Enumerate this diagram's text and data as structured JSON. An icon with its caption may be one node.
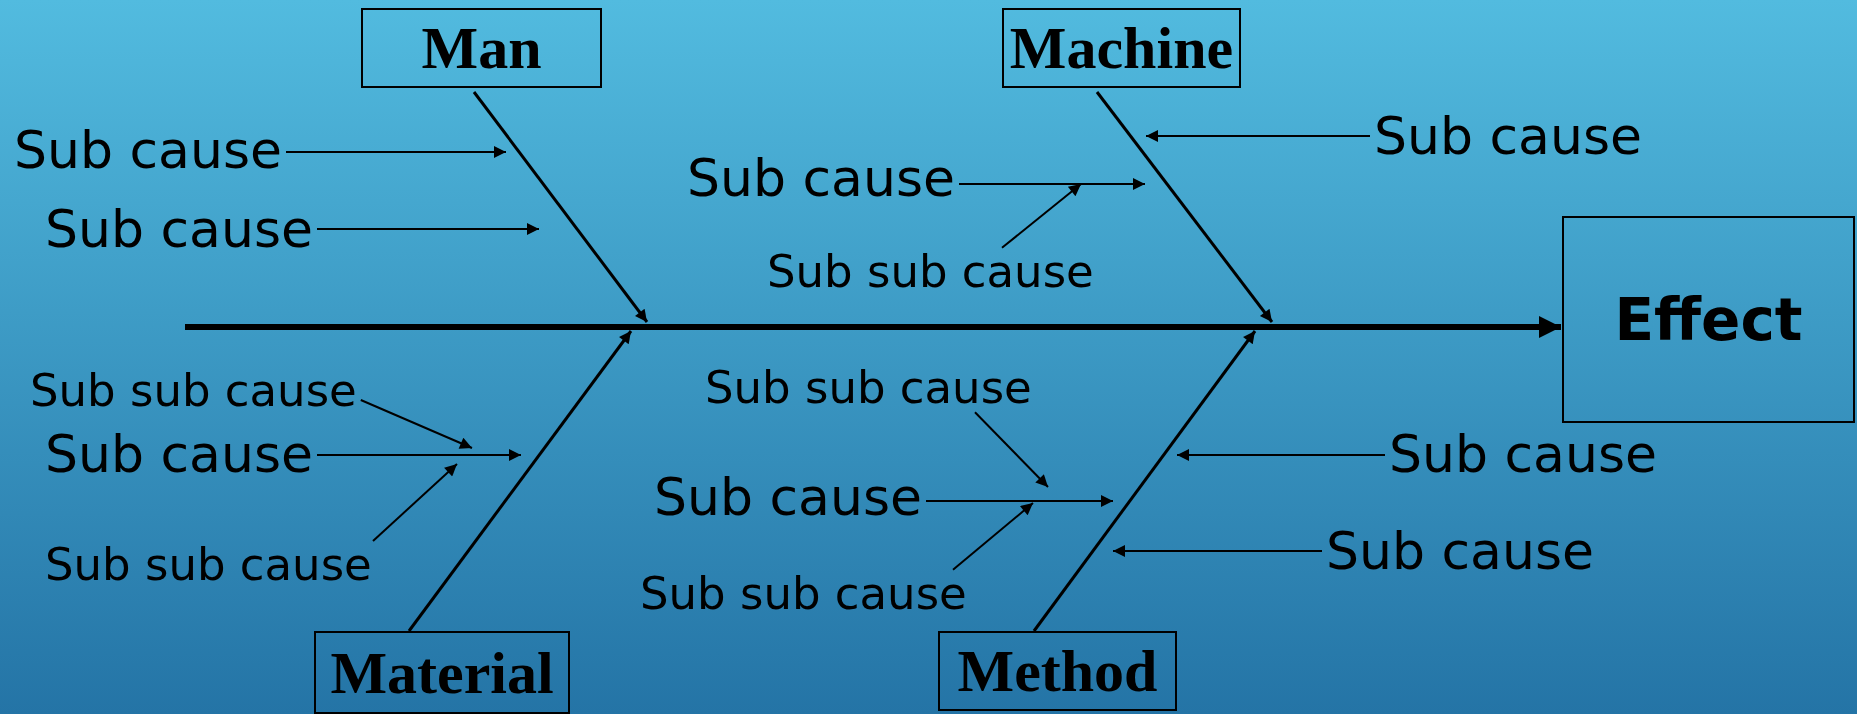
{
  "diagram": {
    "nodes": [
      {
        "text": [
          "Man"
        ]
      },
      {
        "text": [
          "Machine"
        ]
      },
      {
        "text": [
          "Sub cause"
        ]
      },
      {
        "text": [
          "Sub cause"
        ]
      },
      {
        "text": [
          "Sub cause"
        ]
      },
      {
        "text": [
          "Sub cause"
        ]
      },
      {
        "text": [
          "Sub sub cause"
        ]
      },
      {
        "text": [
          "Effect"
        ]
      },
      {
        "text": [
          "Sub sub cause"
        ]
      },
      {
        "text": [
          "Sub sub cause"
        ]
      },
      {
        "text": [
          "Sub cause"
        ]
      },
      {
        "text": [
          "Sub cause"
        ]
      },
      {
        "text": [
          "Sub cause"
        ]
      },
      {
        "text": [
          "Sub cause"
        ]
      },
      {
        "text": [
          "Sub sub cause"
        ]
      },
      {
        "text": [
          "Sub sub cause"
        ]
      },
      {
        "text": [
          "Material"
        ]
      },
      {
        "text": [
          "Method"
        ]
      }
    ],
    "edges": [
      {
        "from": null,
        "to": 7,
        "arrow": "to",
        "style": "thick"
      },
      {
        "from": 0,
        "to": null,
        "arrow": "to"
      },
      {
        "from": 1,
        "to": null,
        "arrow": "to"
      },
      {
        "from": 16,
        "to": null,
        "arrow": "to"
      },
      {
        "from": 17,
        "to": null,
        "arrow": "to"
      },
      {
        "from": 2,
        "to": null,
        "arrow": "to"
      },
      {
        "from": 5,
        "to": null,
        "arrow": "to"
      },
      {
        "from": 3,
        "to": null,
        "arrow": "to"
      },
      {
        "from": 4,
        "to": null,
        "arrow": "to"
      },
      {
        "from": 6,
        "to": null,
        "arrow": "to"
      },
      {
        "from": 10,
        "to": null,
        "arrow": "to"
      },
      {
        "from": 8,
        "to": null,
        "arrow": "to"
      },
      {
        "from": 14,
        "to": null,
        "arrow": "to"
      },
      {
        "from": 11,
        "to": null,
        "arrow": "to"
      },
      {
        "from": 13,
        "to": null,
        "arrow": "to"
      },
      {
        "from": 12,
        "to": null,
        "arrow": "to"
      },
      {
        "from": 9,
        "to": null,
        "arrow": "to"
      },
      {
        "from": 15,
        "to": null,
        "arrow": "to"
      }
    ]
  }
}
